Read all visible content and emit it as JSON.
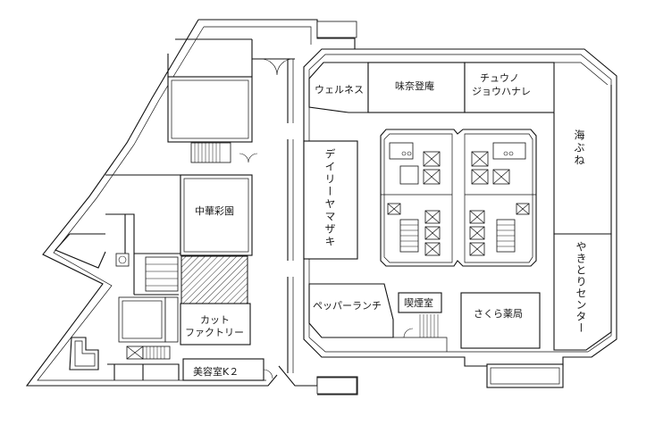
{
  "shops": {
    "wellness": "ウェルネス",
    "misa_toan": "味奈登庵",
    "chuuno_1": "チュウノ",
    "chuuno_2": "ジョウハナレ",
    "umibune": "海ぶね",
    "daily_yamazaki": "デイリーヤマザキ",
    "yakitori": "やきとりセンター",
    "chuka_saien": "中華彩園",
    "cut_factory_1": "カット",
    "cut_factory_2": "ファクトリー",
    "pepper_lunch": "ペッパーランチ",
    "smoking_room": "喫煙室",
    "sakura_pharmacy": "さくら薬局",
    "beauty_k2": "美容室K２"
  },
  "colors": {
    "wall": "#111111",
    "background": "#ffffff",
    "hatch": "#333333"
  }
}
